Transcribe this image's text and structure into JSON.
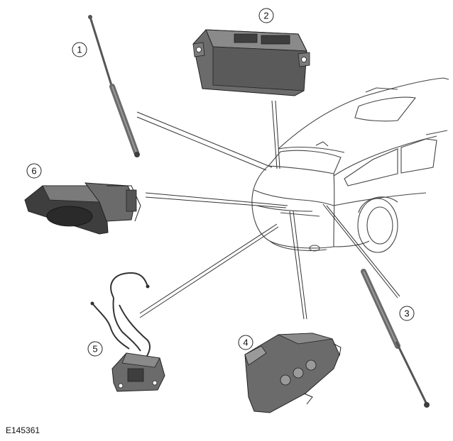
{
  "figure_id": "E145361",
  "callouts": [
    {
      "label": "1"
    },
    {
      "label": "2"
    },
    {
      "label": "3"
    },
    {
      "label": "4"
    },
    {
      "label": "5"
    },
    {
      "label": "6"
    }
  ],
  "colors": {
    "line": "#222222",
    "part_fill": "#6b6b6b",
    "part_dark": "#3e3e3e",
    "part_light": "#9a9a9a",
    "car_line": "#444444"
  }
}
